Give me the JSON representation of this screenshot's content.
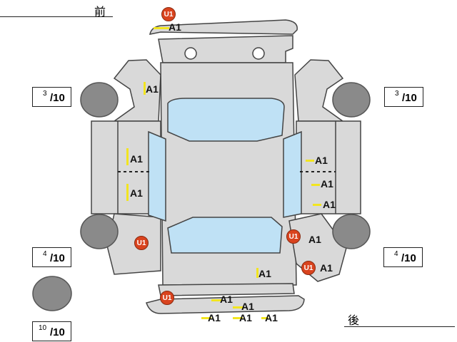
{
  "headers": {
    "front": "前",
    "rear": "後"
  },
  "tires": {
    "front_left": {
      "num": "3",
      "den": "/10"
    },
    "front_right": {
      "num": "3",
      "den": "/10"
    },
    "rear_left": {
      "num": "4",
      "den": "/10"
    },
    "rear_right": {
      "num": "4",
      "den": "/10"
    },
    "spare": {
      "num": "10",
      "den": "/10"
    }
  },
  "marks": {
    "u1": "U1",
    "a1": "A1"
  },
  "colors": {
    "body": "#d9d9d9",
    "glass": "#bfe1f5",
    "tire": "#8a8a8a",
    "dent": "#d9431e",
    "scratch": "#f2e520"
  }
}
